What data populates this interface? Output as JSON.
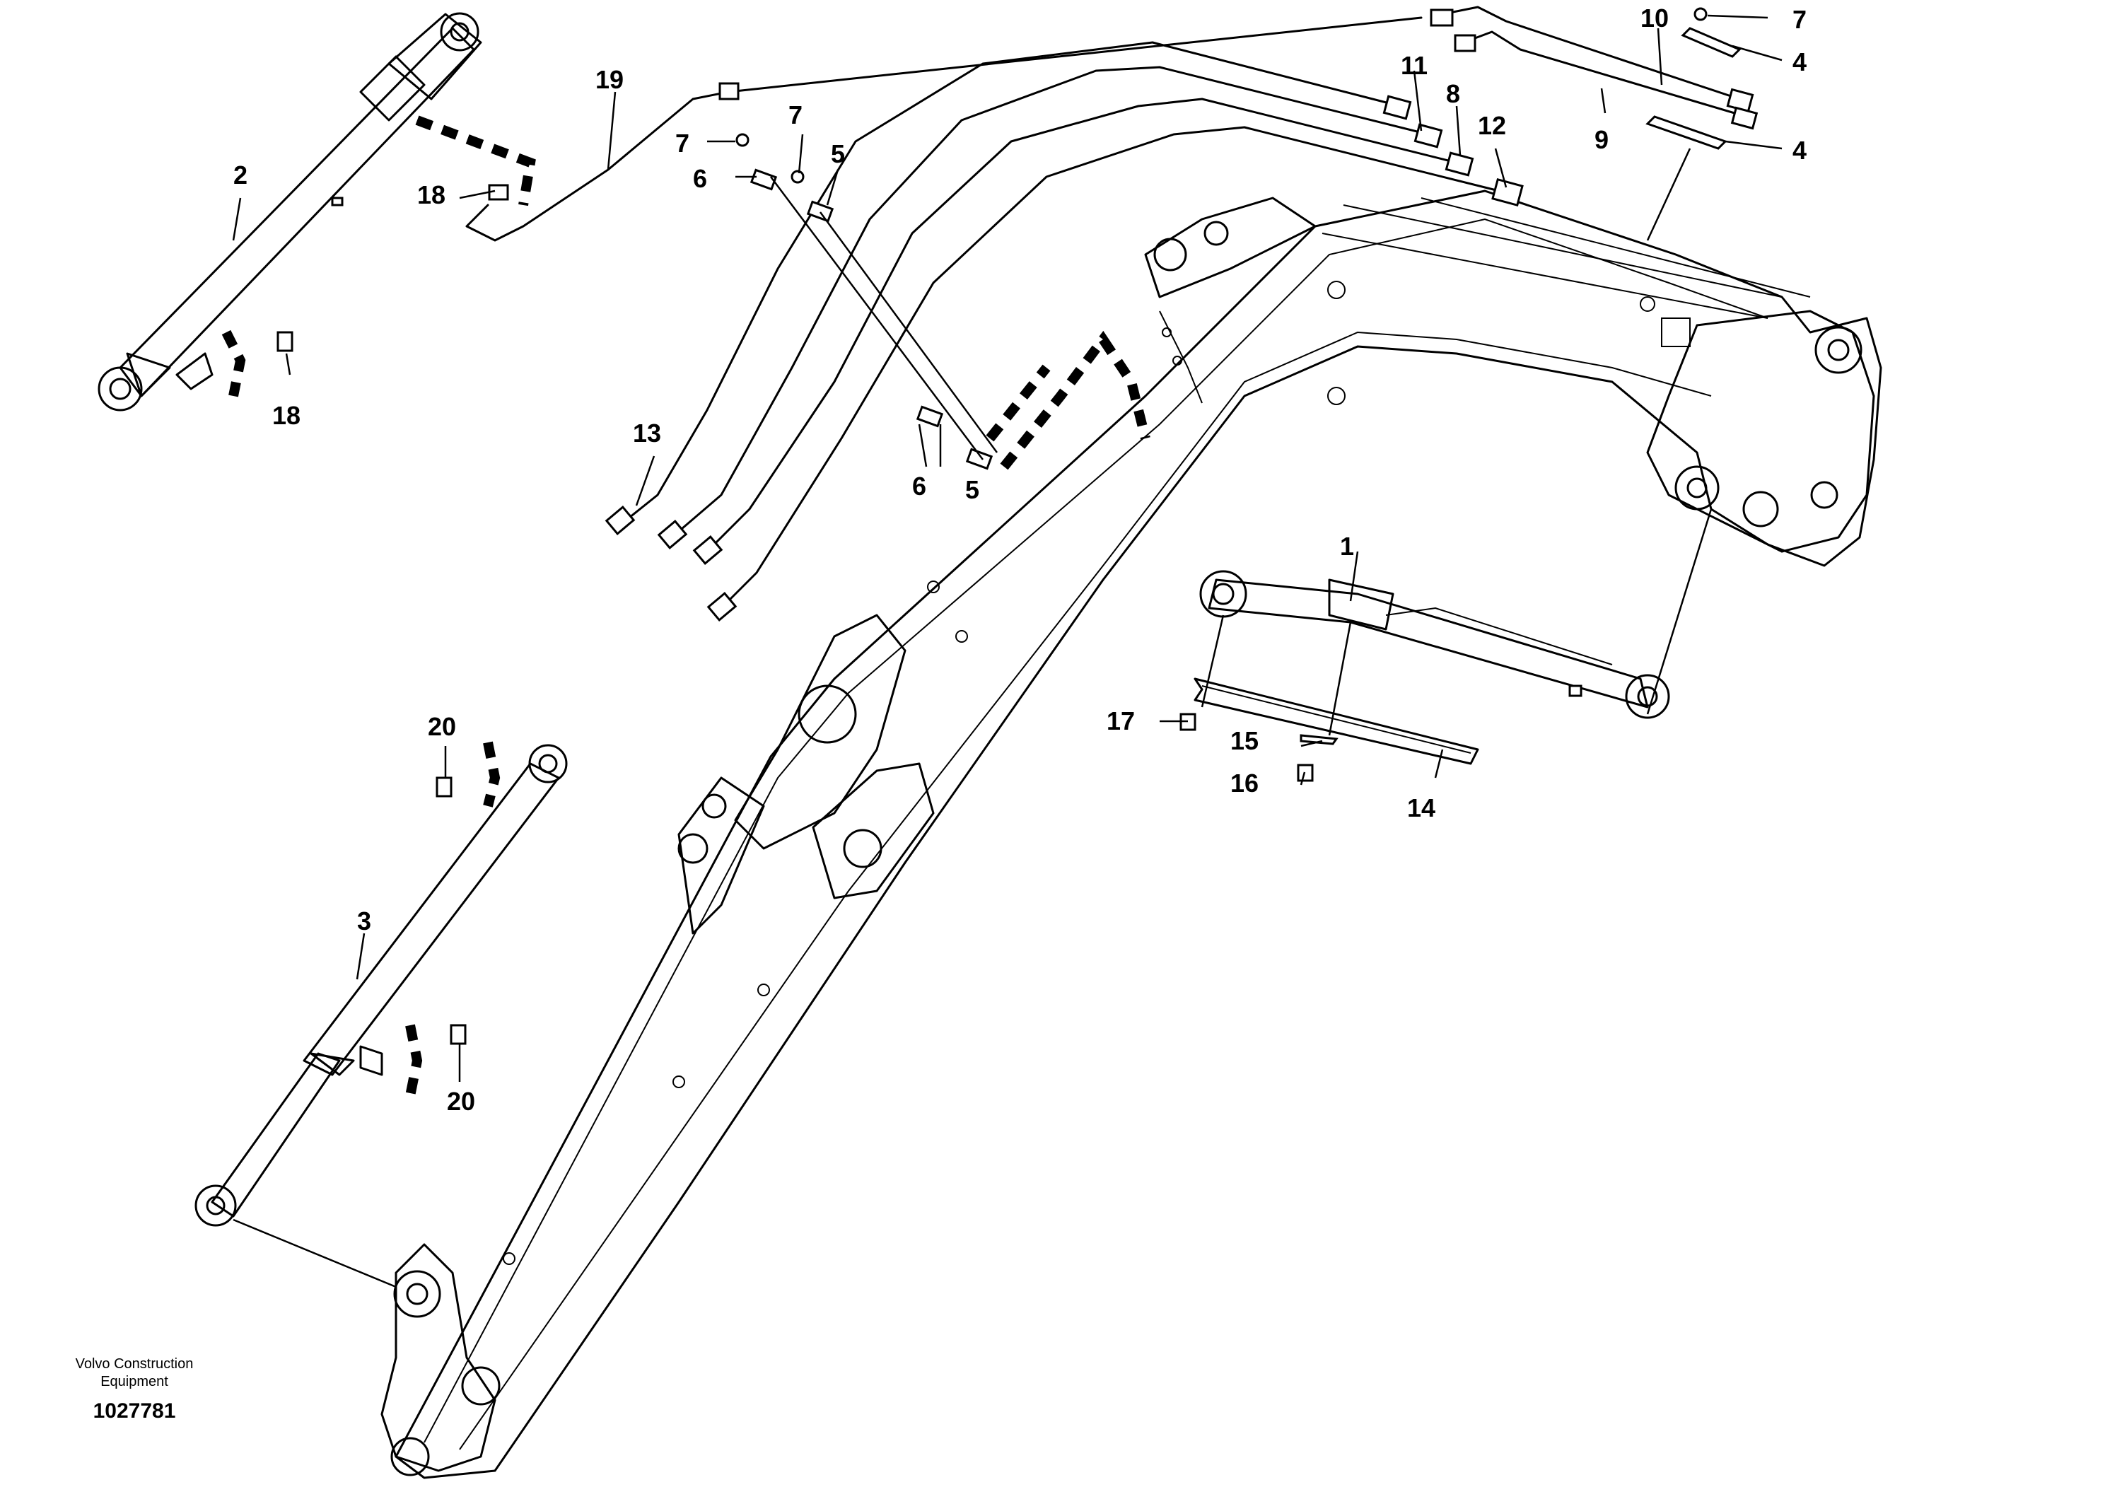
{
  "diagram": {
    "company_caption_line1": "Volvo Construction",
    "company_caption_line2": "Equipment",
    "document_number": "1027781",
    "callouts": [
      "1",
      "2",
      "3",
      "4",
      "5",
      "6",
      "7",
      "8",
      "9",
      "10",
      "11",
      "12",
      "13",
      "14",
      "15",
      "16",
      "17",
      "18",
      "19",
      "20"
    ]
  }
}
